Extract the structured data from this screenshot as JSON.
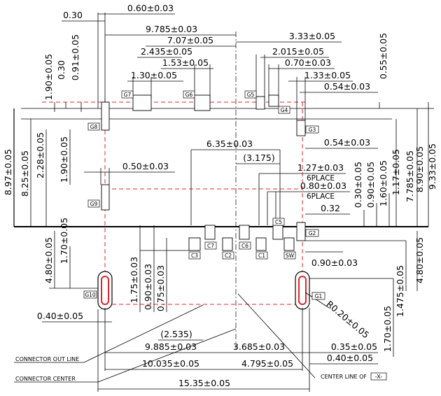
{
  "dimensions": [
    {
      "id": "d01",
      "text": "0.30"
    },
    {
      "id": "d02",
      "text": "0.60±0.03"
    },
    {
      "id": "d03",
      "text": "9.785±0.03"
    },
    {
      "id": "d04",
      "text": "3.33±0.05"
    },
    {
      "id": "d05",
      "text": "7.07±0.05"
    },
    {
      "id": "d06",
      "text": "2.435±0.05"
    },
    {
      "id": "d07",
      "text": "2.015±0.05"
    },
    {
      "id": "d08",
      "text": "1.53±0.05"
    },
    {
      "id": "d09",
      "text": "0.70±0.03"
    },
    {
      "id": "d10",
      "text": "1.30±0.05"
    },
    {
      "id": "d11",
      "text": "1.33±0.05"
    },
    {
      "id": "d12",
      "text": "0.54±0.03"
    },
    {
      "id": "d13",
      "text": "0.55±0.05"
    },
    {
      "id": "d14",
      "text": "1.90±0.05"
    },
    {
      "id": "d15",
      "text": "0.30"
    },
    {
      "id": "d16",
      "text": "0.91±0.05"
    },
    {
      "id": "d17",
      "text": "6.35±0.03"
    },
    {
      "id": "d18",
      "text": "(3.175)"
    },
    {
      "id": "d19",
      "text": "0.54±0.03"
    },
    {
      "id": "d20",
      "text": "8.97±0.05"
    },
    {
      "id": "d21",
      "text": "8.25±0.05"
    },
    {
      "id": "d22",
      "text": "2.28±0.05"
    },
    {
      "id": "d23",
      "text": "1.90±0.05"
    },
    {
      "id": "d24",
      "text": "0.50±0.03"
    },
    {
      "id": "d25",
      "text": "1.27±0.03"
    },
    {
      "id": "d26",
      "text": "6PLACE"
    },
    {
      "id": "d27",
      "text": "0.80±0.03"
    },
    {
      "id": "d28",
      "text": "6PLACE"
    },
    {
      "id": "d29",
      "text": "0.32"
    },
    {
      "id": "d30",
      "text": "0.30±0.05"
    },
    {
      "id": "d31",
      "text": "0.90±0.05"
    },
    {
      "id": "d32",
      "text": "1.60±0.05"
    },
    {
      "id": "d33",
      "text": "1.17±0.05"
    },
    {
      "id": "d34",
      "text": "7.785±0.05"
    },
    {
      "id": "d35",
      "text": "8.90±0.05"
    },
    {
      "id": "d36",
      "text": "9.33±0.05"
    },
    {
      "id": "d37",
      "text": "4.80±0.05"
    },
    {
      "id": "d38",
      "text": "1.70±0.05"
    },
    {
      "id": "d39",
      "text": "1.75±0.03"
    },
    {
      "id": "d40",
      "text": "0.90±0.03"
    },
    {
      "id": "d41",
      "text": "0.75±0.03"
    },
    {
      "id": "d42",
      "text": "0.90±0.03"
    },
    {
      "id": "d43",
      "text": "1.475±0.05"
    },
    {
      "id": "d44",
      "text": "4.80±0.05"
    },
    {
      "id": "d45",
      "text": "R0.20±0.05"
    },
    {
      "id": "d46",
      "text": "1.70±0.05"
    },
    {
      "id": "d47",
      "text": "0.40±0.05"
    },
    {
      "id": "d48",
      "text": "(2.535)"
    },
    {
      "id": "d49",
      "text": "9.885±0.03"
    },
    {
      "id": "d50",
      "text": "3.685±0.03"
    },
    {
      "id": "d51",
      "text": "0.35±0.05"
    },
    {
      "id": "d52",
      "text": "10.035±0.05"
    },
    {
      "id": "d53",
      "text": "4.795±0.05"
    },
    {
      "id": "d54",
      "text": "0.40±0.05"
    },
    {
      "id": "d55",
      "text": "15.35±0.05"
    }
  ],
  "pad_labels": {
    "g1": "G1",
    "g2": "G2",
    "g3": "G3",
    "g4": "G4",
    "g5": "G5",
    "g6": "G6",
    "g7": "G7",
    "g8": "G8",
    "g9": "G9",
    "g10": "G10",
    "c1": "C1",
    "c2": "C2",
    "c3": "C3",
    "c5": "C5",
    "c6": "C6",
    "c7": "C7",
    "sw": "SW"
  },
  "annotations": {
    "connector_out_line": "CONNECTOR OUT LINE",
    "connector_center": "CONNECTOR CENTER",
    "center_line_of": "CENTER LINE OF",
    "datum": "-X-"
  },
  "colors": {
    "centerline": "#e0262b",
    "ink": "#000000",
    "background": "#ffffff"
  }
}
